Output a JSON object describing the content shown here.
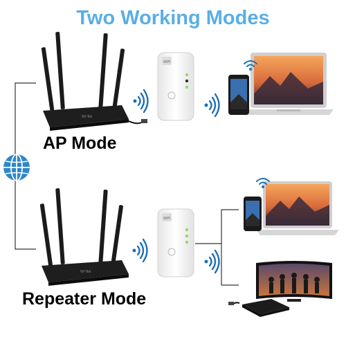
{
  "title": "Two Working Modes",
  "colors": {
    "title": "#5aaee6",
    "globe": "#2f86c9",
    "wifi": "#1f6fb5",
    "router": "#1b1b1b",
    "repeater": "#f4f4f4",
    "line": "#333333"
  },
  "modes": [
    {
      "label": "AP Mode",
      "device_icon": "wifi-router-icon",
      "repeater_icon": "wifi-repeater-icon",
      "clients": [
        "smartphone-icon",
        "laptop-icon"
      ]
    },
    {
      "label": "Repeater Mode",
      "device_icon": "wifi-router-icon",
      "repeater_icon": "wifi-repeater-icon",
      "clients": [
        "smartphone-icon",
        "laptop-icon",
        "television-icon",
        "tv-box-icon"
      ]
    }
  ],
  "network_icon": "globe-icon"
}
